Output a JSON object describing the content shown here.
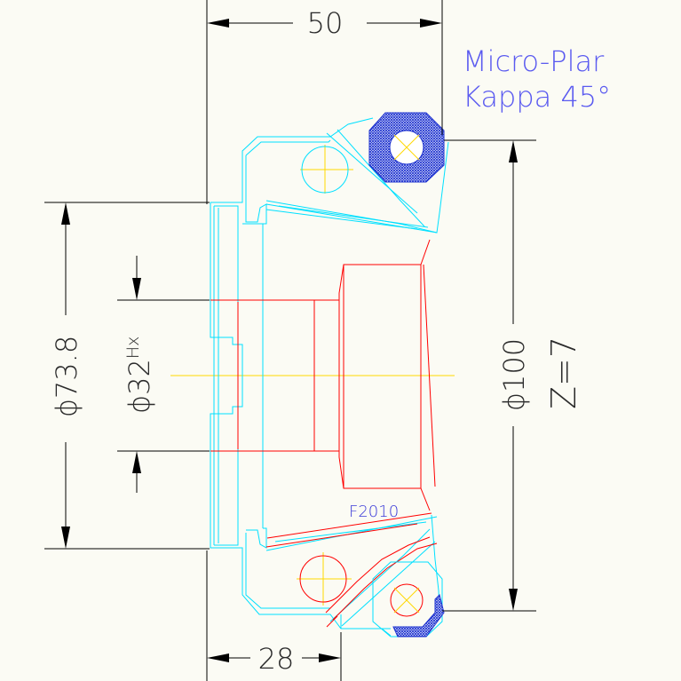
{
  "title": {
    "line1": "Micro-Plar",
    "line2": "Kappa 45°"
  },
  "dimensions": {
    "width": "50",
    "bore_depth": "28",
    "outer_diameter": "ϕ100",
    "teeth": "Z=7",
    "inner_diameter": "ϕ73.8",
    "bore": "ϕ32",
    "bore_fit": "Hx"
  },
  "labels": {
    "part_code": "F2010"
  },
  "colors": {
    "background": "#fbfbf4",
    "dimension": "#000000",
    "body_outline": "#00e0ff",
    "bore_outline": "#ff0000",
    "center_lines": "#ffd800",
    "insert": "#1a2fcf",
    "brand_text": "#5a5af0",
    "part_code_text": "#3a3ad8"
  }
}
